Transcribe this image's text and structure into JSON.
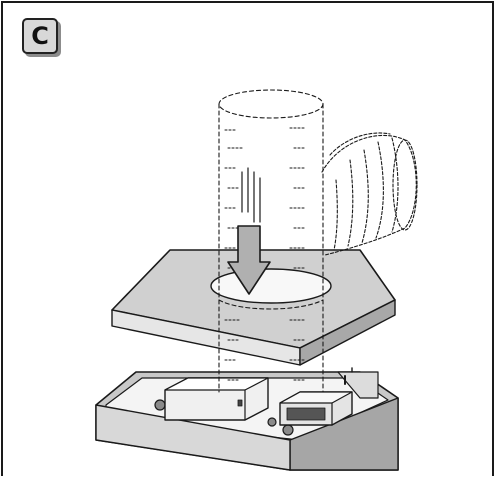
{
  "step": {
    "letter": "C"
  },
  "illustration": {
    "depicts": [
      "duct-pipe",
      "flexible-elbow-duct",
      "downward-arrow",
      "chimney-cover-plate",
      "hood-top-housing",
      "motor-box",
      "electrical-connector-box"
    ],
    "colors": {
      "line": "#1a1a1a",
      "plate_top": "#d0d0d0",
      "plate_side": "#a8a8a8",
      "housing_top": "#c8c8c8",
      "arrow_fill": "#b0b0b0"
    }
  }
}
